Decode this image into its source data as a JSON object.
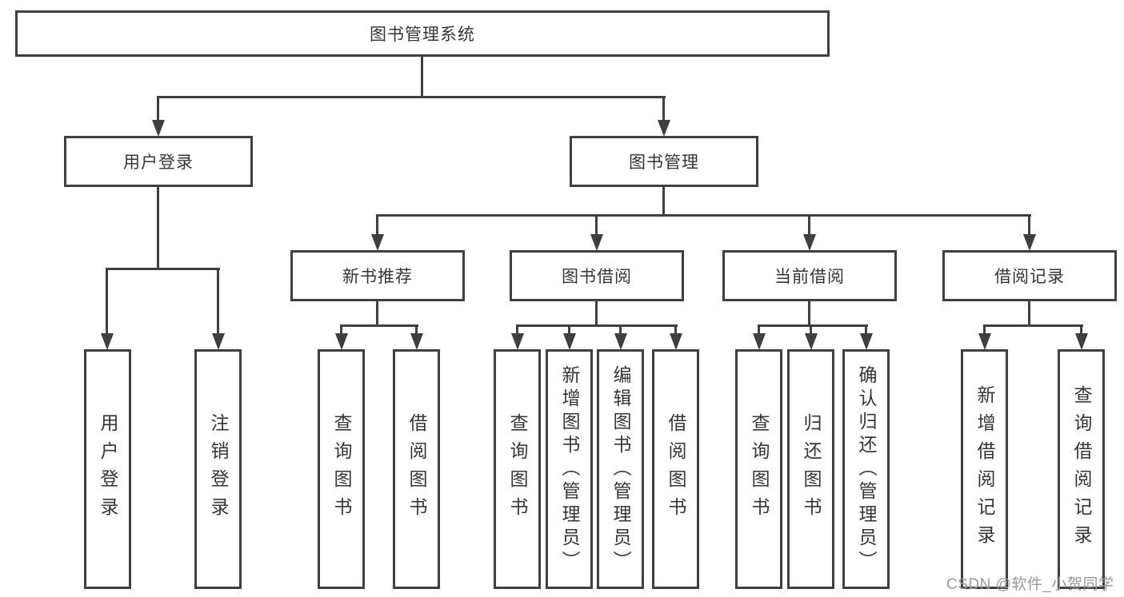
{
  "diagram": {
    "root": "图书管理系统",
    "level2": [
      "用户登录",
      "图书管理"
    ],
    "level3": [
      "新书推荐",
      "图书借阅",
      "当前借阅",
      "借阅记录"
    ],
    "leaves": {
      "user_login": [
        "用户登录",
        "注销登录"
      ],
      "new_book": [
        "查询图书",
        "借阅图书"
      ],
      "book_borrow": [
        "查询图书",
        "新增图书（管理员）",
        "编辑图书（管理员）",
        "借阅图书"
      ],
      "current_borrow": [
        "查询图书",
        "归还图书",
        "确认归还（管理员）"
      ],
      "borrow_record": [
        "新增借阅记录",
        "查询借阅记录"
      ]
    }
  },
  "watermark": "CSDN @软件_小贺同学",
  "colors": {
    "line": "#3f3f3f",
    "text": "#363636",
    "box_bg": "#ffffff",
    "bg": "#ffffff",
    "watermark": "#9a9a9a"
  }
}
